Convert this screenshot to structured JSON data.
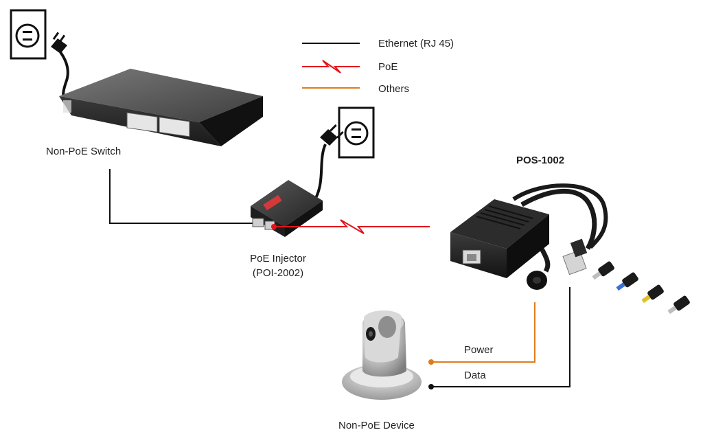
{
  "legend": {
    "ethernet": "Ethernet (RJ 45)",
    "poe": "PoE",
    "others": "Others"
  },
  "colors": {
    "ethernet": "#111111",
    "poe": "#e3141b",
    "others": "#e07b1a"
  },
  "labels": {
    "switch": "Non-PoE Switch",
    "injector_line1": "PoE Injector",
    "injector_line2": "(POI-2002)",
    "splitter": "POS-1002",
    "power": "Power",
    "data": "Data",
    "device": "Non-PoE Device"
  },
  "icons": {
    "outlet": "power-outlet-icon",
    "plug": "power-plug-icon"
  }
}
